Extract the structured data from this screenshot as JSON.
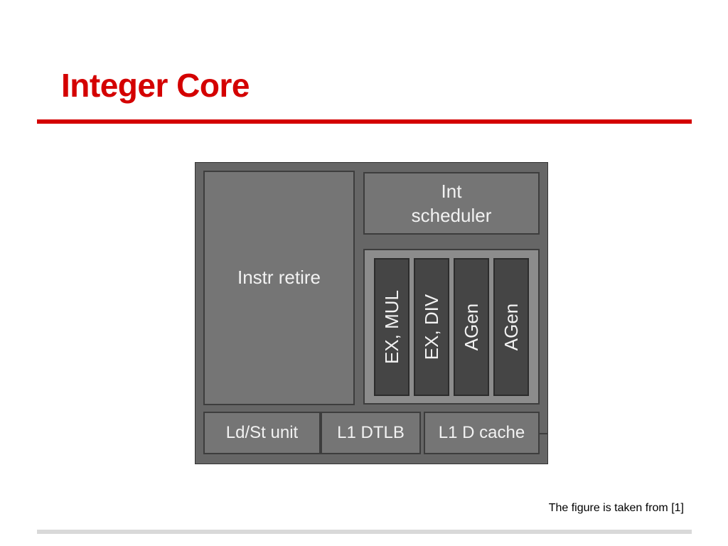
{
  "slide": {
    "title": "Integer Core",
    "caption": "The figure is taken from [1]",
    "colors": {
      "title": "#d40000",
      "rule": "#d40000",
      "footer_rule": "#d9d9d9",
      "diagram_background": "#666666",
      "block_fill": "#757575",
      "exec_group_fill": "#8c8c8c",
      "exec_unit_fill": "#454545",
      "block_text": "#f2f2f2"
    }
  },
  "diagram": {
    "instr_retire": "Instr retire",
    "int_scheduler_line1": "Int",
    "int_scheduler_line2": "scheduler",
    "exec_units": [
      "EX, MUL",
      "EX, DIV",
      "AGen",
      "AGen"
    ],
    "bottom_units": [
      "Ld/St unit",
      "L1 DTLB",
      "L1 D cache"
    ]
  }
}
